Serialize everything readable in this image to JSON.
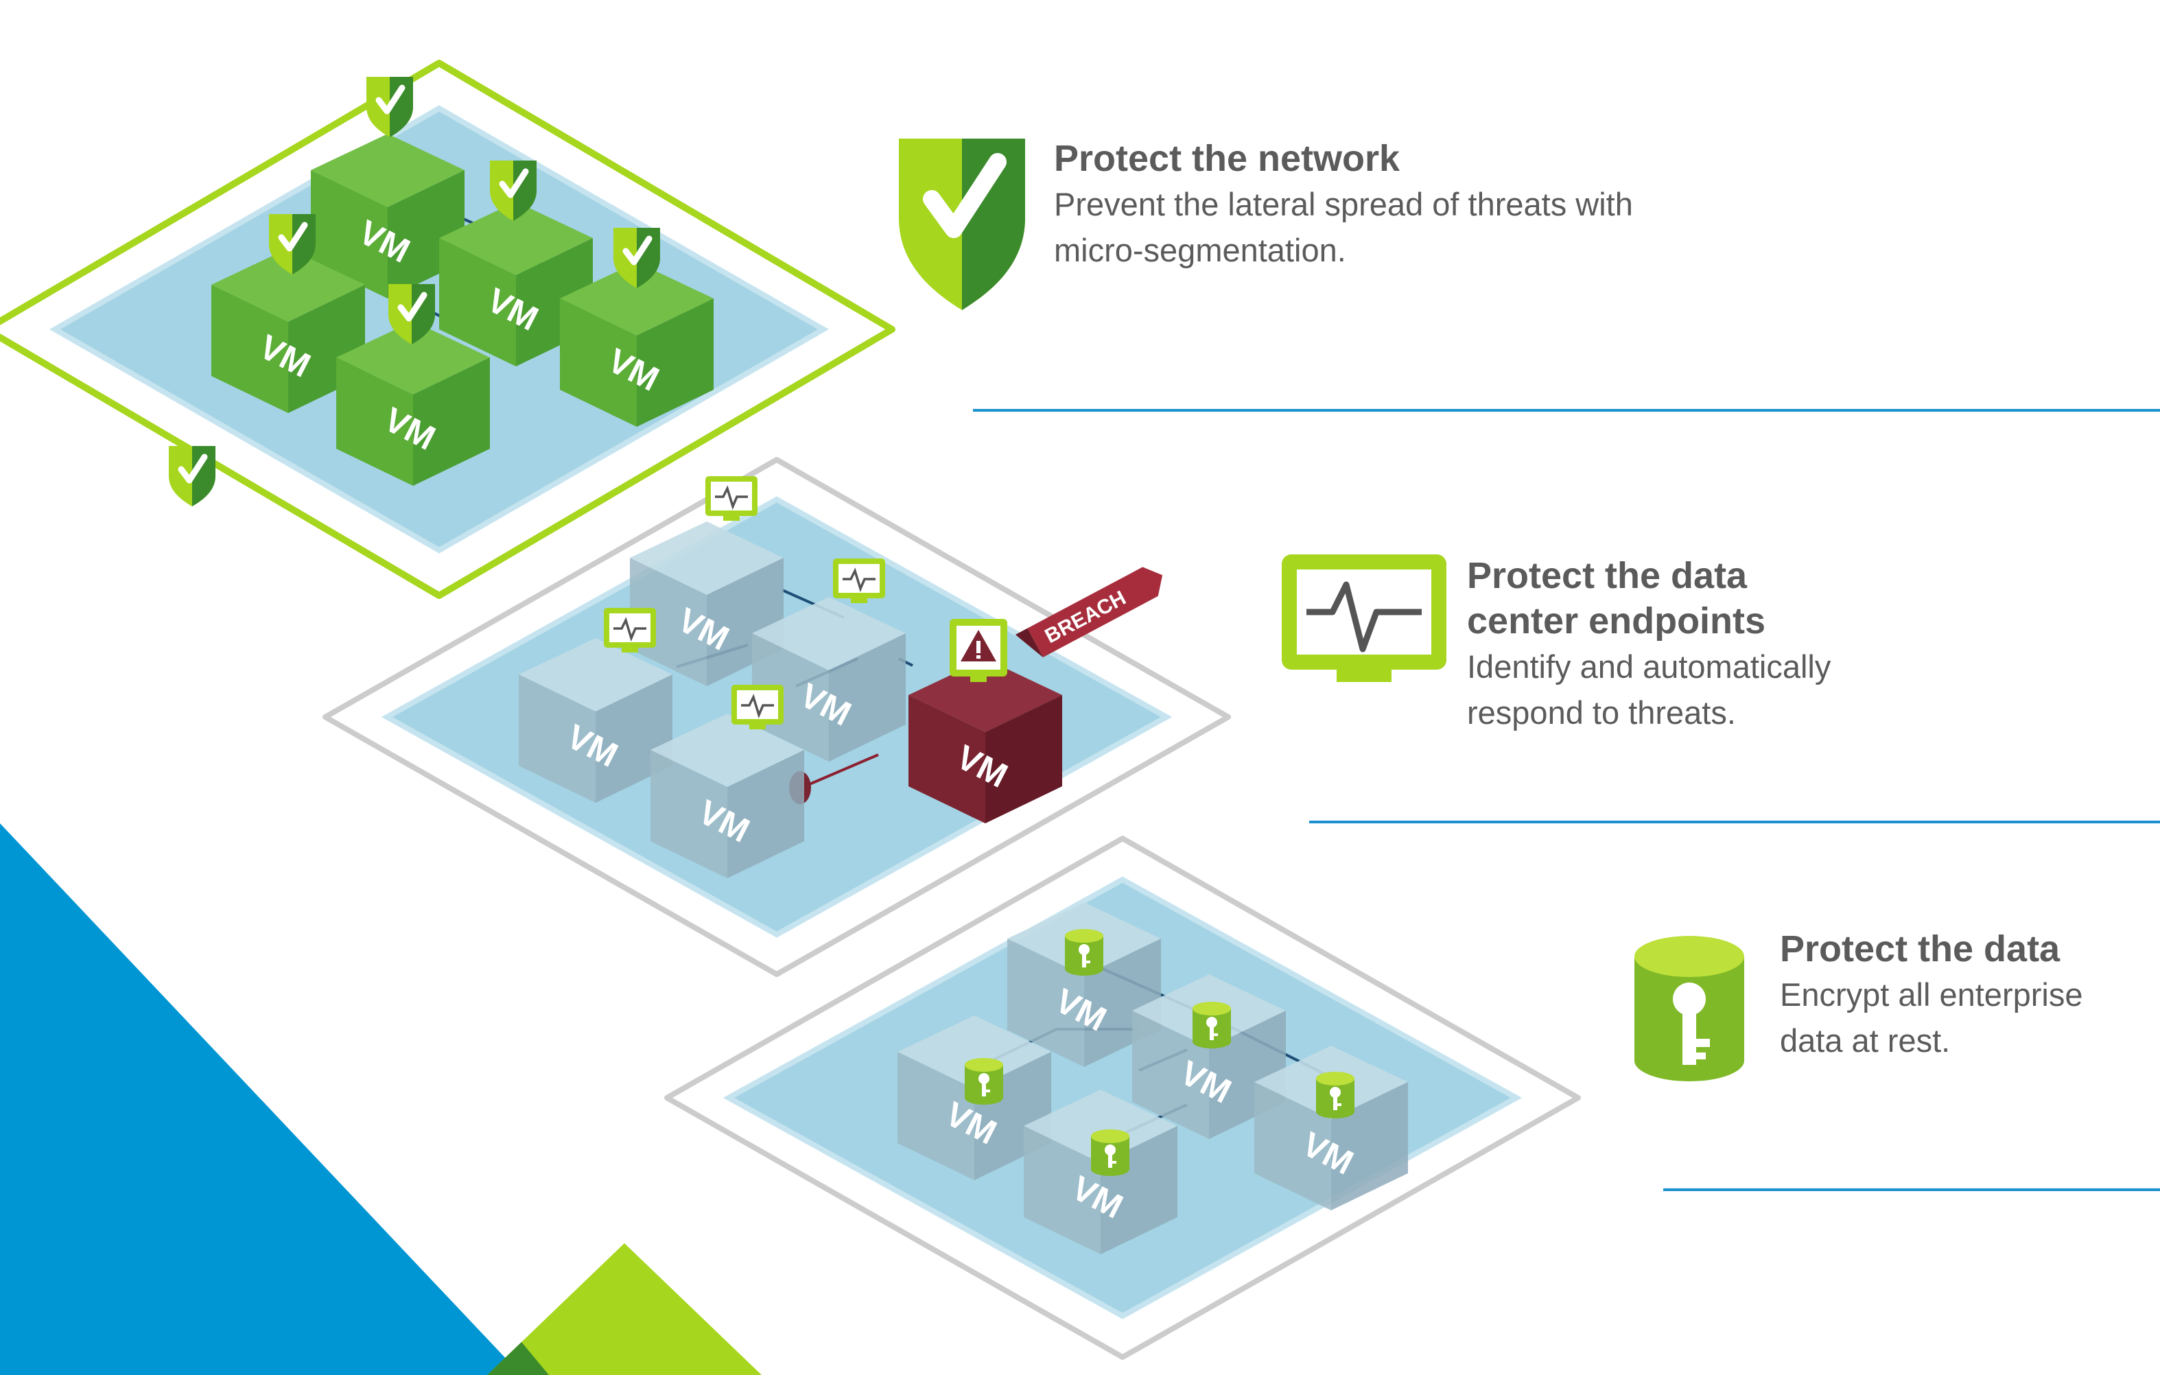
{
  "vm_label": "VM",
  "breach_label": "BREACH",
  "colors": {
    "lime": "#a6d61e",
    "green": "#5cae37",
    "dark_green": "#3b8b2c",
    "blue_plate": "#a3d3e4",
    "breach": "#7b2431",
    "divider": "#1d91cf",
    "corner_blue": "#0095d3",
    "text": "#5b5b5b"
  },
  "sections": [
    {
      "icon": "shield-check-icon",
      "title": "Protect the network",
      "desc_line1": "Prevent the lateral spread of threats with",
      "desc_line2": "micro-segmentation."
    },
    {
      "icon": "monitor-pulse-icon",
      "title_line1": "Protect the data",
      "title_line2": "center endpoints",
      "desc_line1": "Identify and automatically",
      "desc_line2": "respond to threats."
    },
    {
      "icon": "database-key-icon",
      "title": "Protect the data",
      "desc_line1": "Encrypt all enterprise",
      "desc_line2": "data at rest."
    }
  ]
}
